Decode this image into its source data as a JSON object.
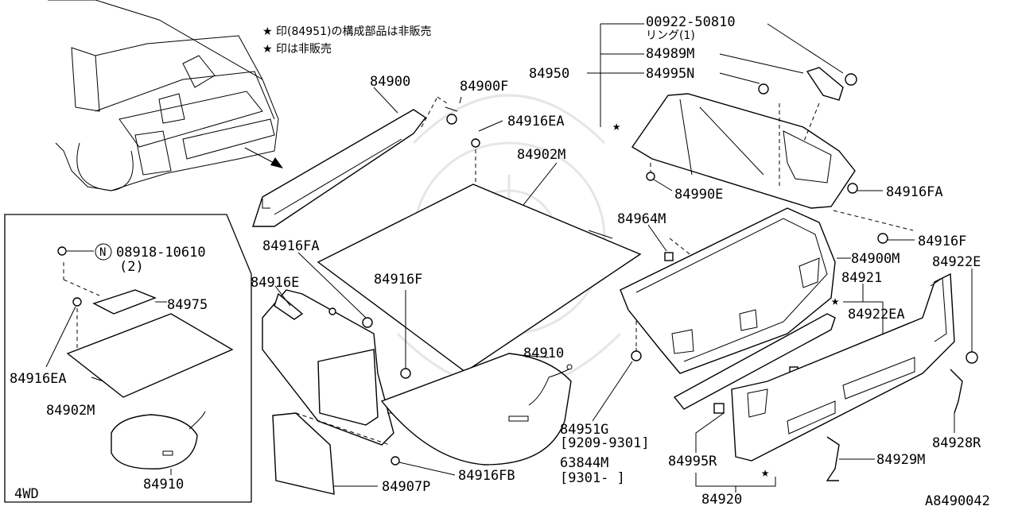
{
  "notes": {
    "line1": "★ 印(84951)の構成部品は非販売",
    "line2": "★ 印は非販売"
  },
  "inset": {
    "label": "4WD",
    "bolt_code": "N",
    "bolt_part": "08918-10610",
    "bolt_qty": "(2)"
  },
  "star_symbol": "★",
  "parts": {
    "p84900": "84900",
    "p84900F": "84900F",
    "p84916EA": "84916EA",
    "p84902M": "84902M",
    "p84950": "84950",
    "p00922": "00922-50810",
    "ring": "リング(1)",
    "p84989M": "84989M",
    "p84995N": "84995N",
    "p84916FA_r": "84916FA",
    "p84990E": "84990E",
    "p84964M": "84964M",
    "p84916F_r": "84916F",
    "p84900M": "84900M",
    "p84921": "84921",
    "p84922E": "84922E",
    "p84922EA": "84922EA",
    "p84916FA_l": "84916FA",
    "p84916E": "84916E",
    "p84916F_l": "84916F",
    "p84910": "84910",
    "p84951": "84951",
    "p84951G": "84951G",
    "p84951G_range": "[9209-9301]",
    "p63844M": "63844M",
    "p63844M_range": "[9301-     ]",
    "p84916FB": "84916FB",
    "p84907P": "84907P",
    "p84995R": "84995R",
    "p84920": "84920",
    "p84929M": "84929M",
    "p84928R": "84928R",
    "in84975": "84975",
    "in84916EA": "84916EA",
    "in84902M": "84902M",
    "in84910": "84910"
  },
  "diagram_id": "A8490042"
}
